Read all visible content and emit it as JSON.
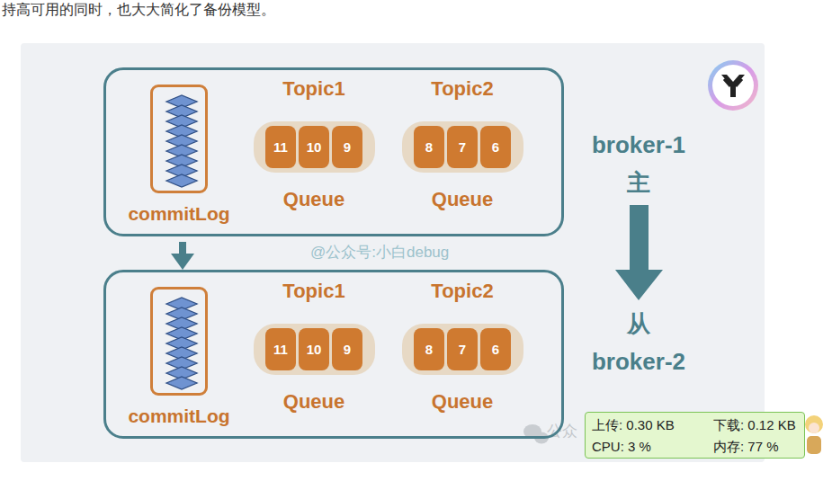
{
  "diagram": {
    "nodes": [
      {
        "text": [
          "broker-1",
          "主"
        ]
      },
      {
        "text": [
          "commitLog"
        ],
        "in": 0
      },
      {
        "text": [
          "Topic1",
          "Queue"
        ],
        "in": 0
      },
      {
        "text": [
          "11"
        ],
        "in": 2
      },
      {
        "text": [
          "10"
        ],
        "in": 2
      },
      {
        "text": [
          "9"
        ],
        "in": 2
      },
      {
        "text": [
          "Topic2",
          "Queue"
        ],
        "in": 0
      },
      {
        "text": [
          "8"
        ],
        "in": 6
      },
      {
        "text": [
          "7"
        ],
        "in": 6
      },
      {
        "text": [
          "6"
        ],
        "in": 6
      },
      {
        "text": [
          "从",
          "broker-2"
        ]
      },
      {
        "text": [
          "commitLog"
        ],
        "in": 10
      },
      {
        "text": [
          "Topic1",
          "Queue"
        ],
        "in": 10
      },
      {
        "text": [
          "11"
        ],
        "in": 12
      },
      {
        "text": [
          "10"
        ],
        "in": 12
      },
      {
        "text": [
          "9"
        ],
        "in": 12
      },
      {
        "text": [
          "Topic2",
          "Queue"
        ],
        "in": 10
      },
      {
        "text": [
          "8"
        ],
        "in": 16
      },
      {
        "text": [
          "7"
        ],
        "in": 16
      },
      {
        "text": [
          "6"
        ],
        "in": 16
      },
      {
        "text": [
          "上传: 0.30 KB",
          "下载: 0.12 KB",
          "CPU: 3 %",
          "内存: 77 %"
        ]
      }
    ],
    "edges": [
      {
        "from": 0,
        "to": 10,
        "arrow": "to"
      }
    ],
    "labels": [
      "持高可用的同时，也大大简化了备份模型。",
      "@公众号:小白debug",
      "公众"
    ]
  }
}
